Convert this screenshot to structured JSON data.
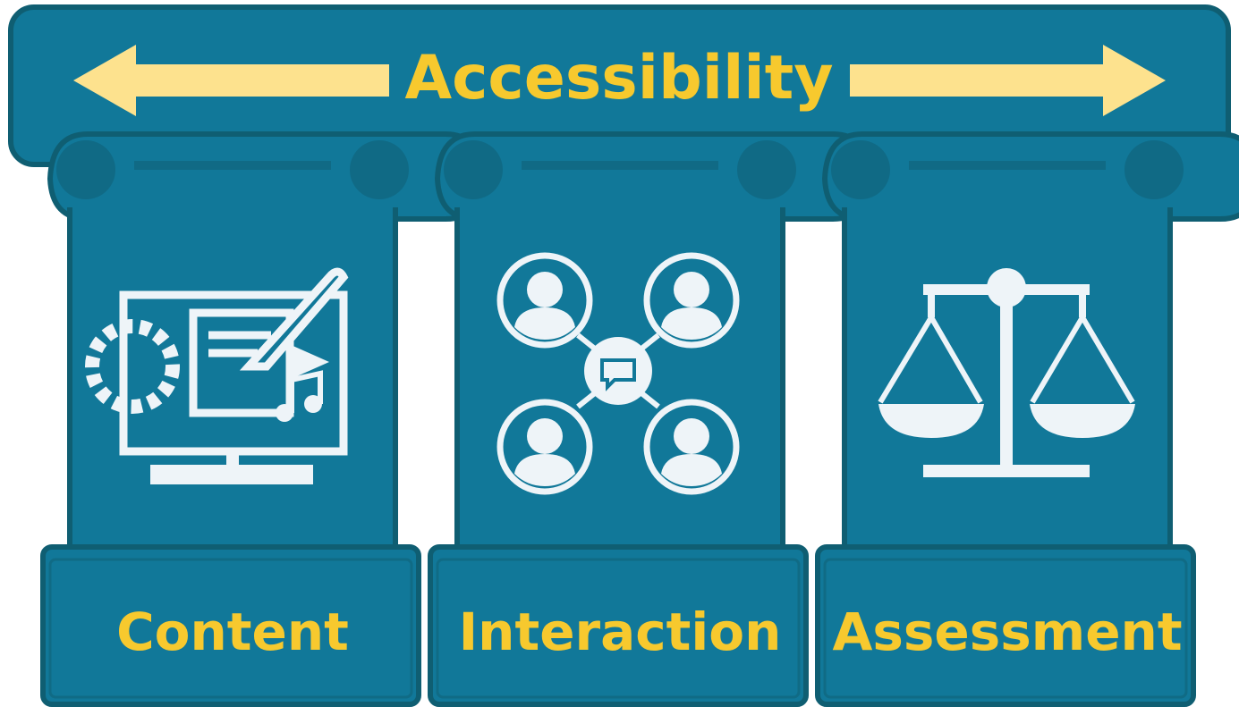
{
  "title": "Accessibility",
  "pillars": [
    {
      "label": "Content",
      "icon": "monitor-content-editing-icon"
    },
    {
      "label": "Interaction",
      "icon": "user-network-chat-icon"
    },
    {
      "label": "Assessment",
      "icon": "balance-scale-icon"
    }
  ],
  "colors": {
    "primary": "#117899",
    "outline": "#0f5e72",
    "ornament": "#106a85",
    "arrow": "#fde28e",
    "text": "#f7c92e",
    "icon": "#eef4f8"
  }
}
